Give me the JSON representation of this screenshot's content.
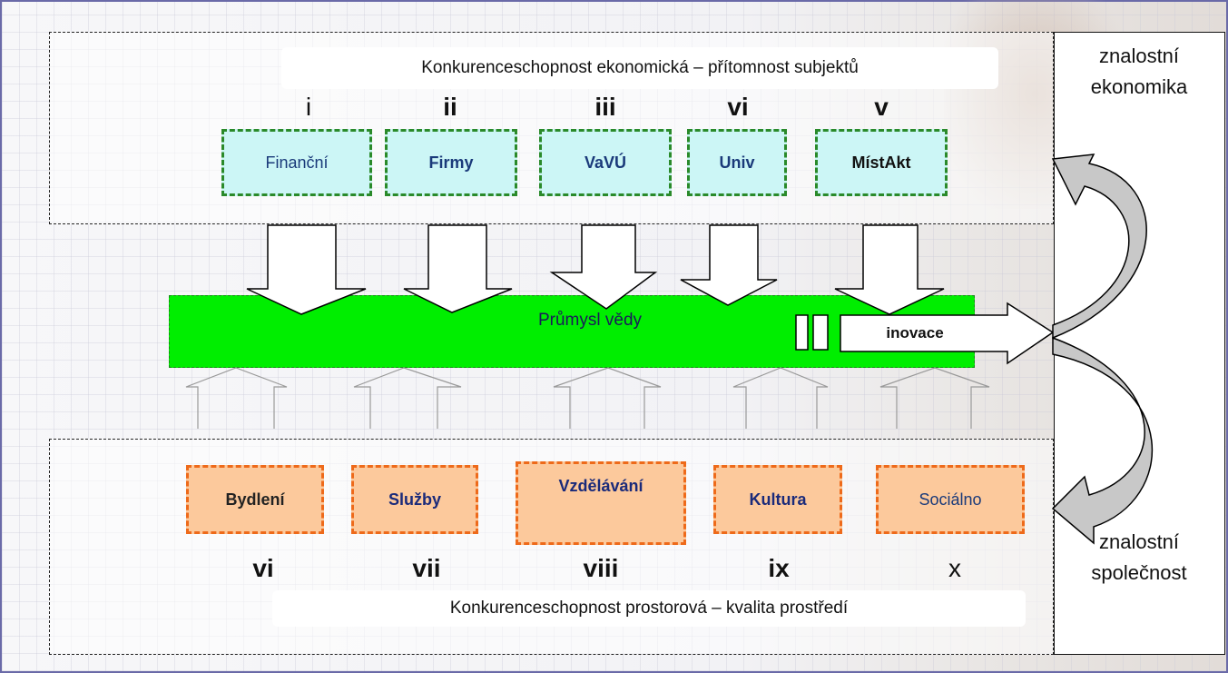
{
  "top_title": "Konkurenceschopnost ekonomická – přítomnost subjektů",
  "bottom_title": "Konkurenceschopnost prostorová – kvalita prostředí",
  "side_top": "znalostní ekonomika",
  "side_bottom": "znalostní společnost",
  "center_bar": "Průmysl vědy",
  "innovation_label": "inovace",
  "top_items": [
    {
      "numeral": "i",
      "label": "Finanční"
    },
    {
      "numeral": "ii",
      "label": "Firmy"
    },
    {
      "numeral": "iii",
      "label": "VaVÚ"
    },
    {
      "numeral": "vi",
      "label": "Univ"
    },
    {
      "numeral": "v",
      "label": "MístAkt"
    }
  ],
  "bottom_items": [
    {
      "numeral": "vi",
      "label": "Bydlení"
    },
    {
      "numeral": "vii",
      "label": "Služby"
    },
    {
      "numeral": "viii",
      "label": "Vzdělávání"
    },
    {
      "numeral": "ix",
      "label": "Kultura"
    },
    {
      "numeral": "x",
      "label": "Sociálno"
    }
  ],
  "colors": {
    "top_box_fill": "#ccf6f6",
    "top_box_border": "#2a8a2a",
    "bottom_box_fill": "#fcc99c",
    "bottom_box_border": "#ee6a1a",
    "bar": "#00ee00"
  }
}
